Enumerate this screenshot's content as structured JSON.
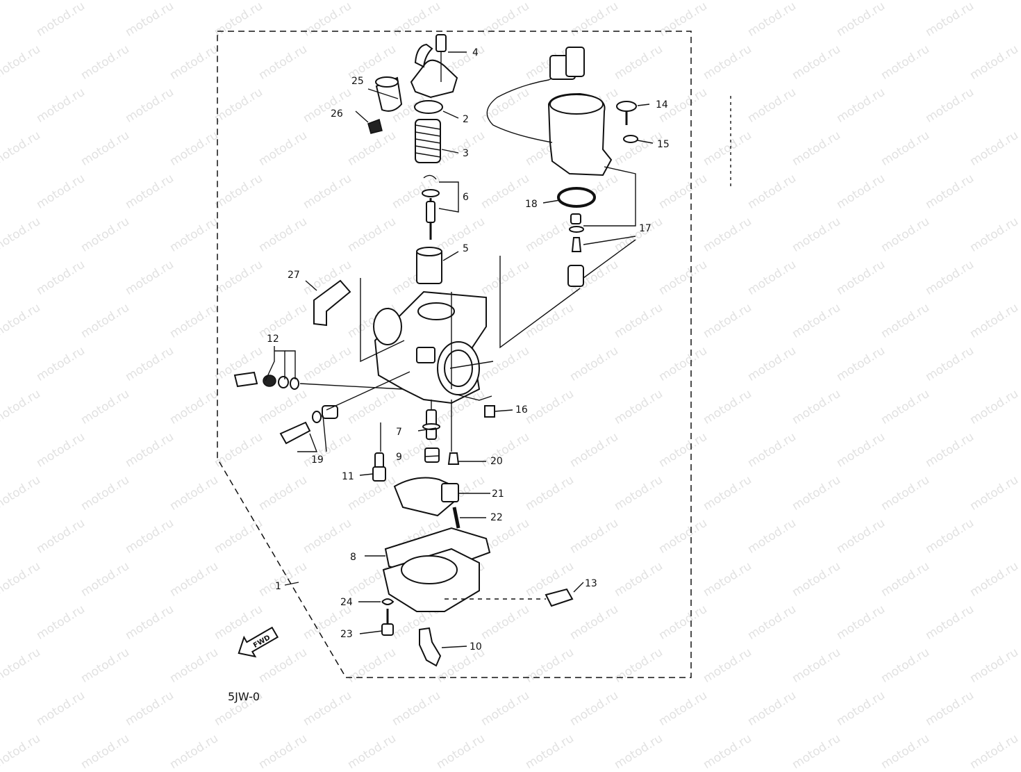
{
  "watermark": {
    "text": "motod.ru"
  },
  "callouts": {
    "p1": "1",
    "p2": "2",
    "p3": "3",
    "p4": "4",
    "p5": "5",
    "p6": "6",
    "p7": "7",
    "p8": "8",
    "p9": "9",
    "p10": "10",
    "p11": "11",
    "p12": "12",
    "p13": "13",
    "p14": "14",
    "p15": "15",
    "p16": "16",
    "p17": "17",
    "p18": "18",
    "p19": "19",
    "p20": "20",
    "p21": "21",
    "p22": "22",
    "p23": "23",
    "p24": "24",
    "p25": "25",
    "p26": "26",
    "p27": "27"
  },
  "fwd_arrow": {
    "label": "FWD"
  },
  "footer": {
    "code": "5JW-0"
  }
}
